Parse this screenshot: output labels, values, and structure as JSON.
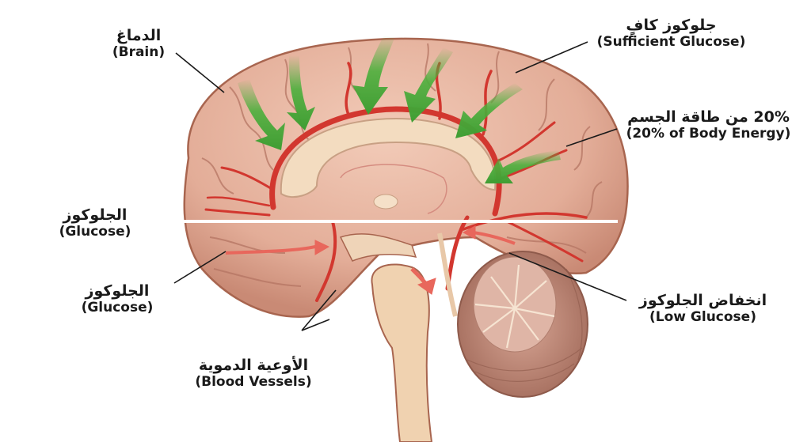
{
  "diagram": {
    "subject": "Sagittal section of the human brain showing glucose delivery via blood vessels",
    "colors": {
      "background": "#ffffff",
      "brain_tissue": "#e8b8a4",
      "brain_outline": "#a8654f",
      "white_matter": "#f3dcc0",
      "brainstem": "#f0d2b0",
      "cerebellum": "#b57d6c",
      "blood_vessel": "#d2372f",
      "glucose_arrow_sufficient": "#4caf3c",
      "glucose_arrow_flow": "#e8675c",
      "divider_line": "#ffffff",
      "leader_line": "#1a1a1a",
      "text": "#1a1a1a"
    },
    "arrows": {
      "green_arrow_count": 7,
      "red_arrow_count": 3
    }
  },
  "labels": {
    "brain": {
      "ar": "الدماغ",
      "en": "(Brain)"
    },
    "sufficient_glucose": {
      "ar": "جلوكوز كافٍ",
      "en": "(Sufficient Glucose)"
    },
    "body_energy": {
      "ar": "20% من طاقة الجسم",
      "en": "(20% of Body Energy)"
    },
    "glucose_upper": {
      "ar": "الجلوكوز",
      "en": "(Glucose)"
    },
    "glucose_lower": {
      "ar": "الجلوكوز",
      "en": "(Glucose)"
    },
    "low_glucose": {
      "ar": "انخفاض الجلوكوز",
      "en": "(Low Glucose)"
    },
    "blood_vessels": {
      "ar": "الأوعية الدموية",
      "en": "(Blood Vessels)"
    }
  }
}
